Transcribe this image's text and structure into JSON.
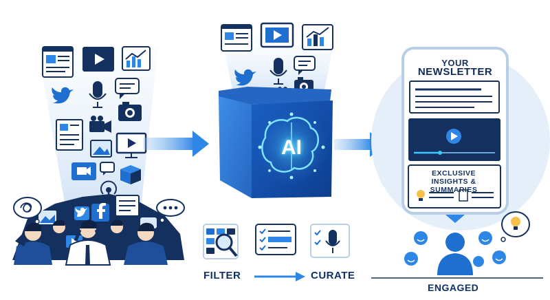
{
  "labels": {
    "filter": "FILTER",
    "curate": "CURATE",
    "engaged": "ENGAGED",
    "ai": "AI"
  },
  "newsletter": {
    "line1": "YOUR",
    "line2": "NEWSLETTER",
    "highlight": "EXCLUSIVE INSIGHTS & SUMMARIES"
  },
  "icons": {
    "flood": [
      "article-icon",
      "video-icon",
      "chart-icon",
      "twitter-icon",
      "microphone-icon",
      "chat-icon",
      "camera-icon",
      "document-icon",
      "video-camera-icon",
      "image-icon",
      "monitor-video-icon",
      "video-call-icon",
      "chat-icon",
      "package-icon",
      "podcast-icon",
      "facebook-icon"
    ],
    "ai_inputs": [
      "article-icon",
      "video-icon",
      "chart-icon",
      "twitter-icon",
      "microphone-icon",
      "chat-icon",
      "video-camera-icon",
      "camera-icon"
    ],
    "steps": [
      "filter-icon",
      "checklist-icon",
      "curate-mic-icon"
    ]
  },
  "colors": {
    "navy": "#14305f",
    "blue": "#1f6fd1",
    "accent": "#2e86e6",
    "light": "#dbeaf8",
    "glow": "#3cc8ff"
  }
}
